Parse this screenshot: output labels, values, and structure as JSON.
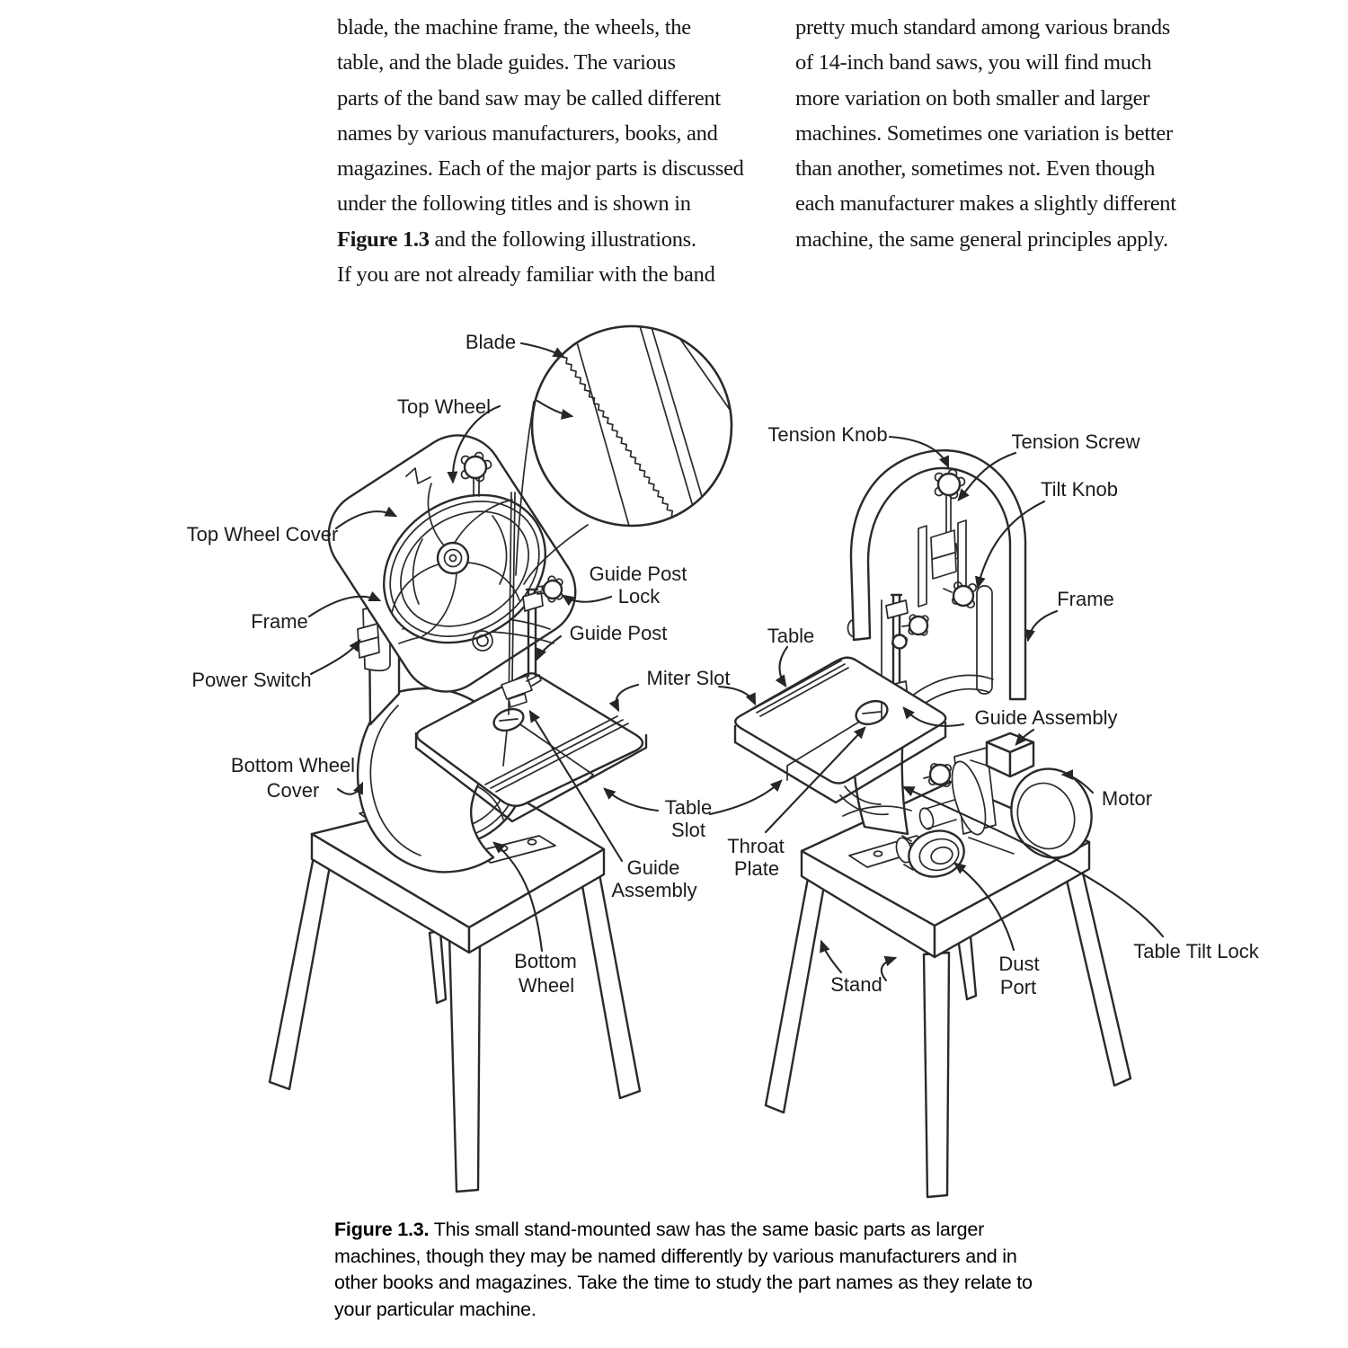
{
  "page": {
    "background": "#ffffff",
    "ink_color": "#2a2a2a",
    "text_color": "#161616"
  },
  "body_text": {
    "left_column": {
      "lines": [
        "blade, the machine frame, the wheels, the",
        "table, and the blade guides. The various",
        "parts of the band saw may be called different",
        "names by various manufacturers, books, and",
        "magazines. Each of the major parts is discussed",
        "under the following titles and is shown in"
      ],
      "line7_bold": "Figure 1.3",
      "line7_rest": " and the following illustrations.",
      "line8": "If you are not already familiar with the band"
    },
    "right_column": {
      "lines": [
        "pretty much standard among various brands",
        "of 14-inch band saws, you will find much",
        "more variation on both smaller and larger",
        "machines. Sometimes one variation is better",
        "than another, sometimes not. Even though",
        "each manufacturer makes a slightly different",
        "machine, the same general principles apply."
      ]
    }
  },
  "figure": {
    "labels": {
      "blade": "Blade",
      "top_wheel": "Top Wheel",
      "top_wheel_cover": "Top Wheel Cover",
      "frame_left": "Frame",
      "power_switch": "Power Switch",
      "bottom_wheel_cover": [
        "Bottom Wheel",
        "Cover"
      ],
      "guide_post_lock": [
        "Guide Post",
        "Lock"
      ],
      "guide_post": "Guide Post",
      "miter_slot": "Miter Slot",
      "table_slot": [
        "Table",
        "Slot"
      ],
      "guide_assembly_left": [
        "Guide",
        "Assembly"
      ],
      "bottom_wheel": [
        "Bottom",
        "Wheel"
      ],
      "tension_knob": "Tension Knob",
      "tension_screw": "Tension Screw",
      "tilt_knob": "Tilt Knob",
      "frame_right": "Frame",
      "table": "Table",
      "guide_assembly_right": "Guide Assembly",
      "motor": "Motor",
      "throat_plate": [
        "Throat",
        "Plate"
      ],
      "table_tilt_lock": "Table Tilt Lock",
      "stand": "Stand",
      "dust_port": [
        "Dust",
        "Port"
      ]
    }
  },
  "caption": {
    "lead": "Figure 1.3.",
    "line1_rest": " This small stand-mounted saw has the same basic parts as larger",
    "line2": "machines, though they may be named differently by various manufacturers and in",
    "line3": "other books and magazines. Take the time to study the part names as they relate to",
    "line4": "your particular machine."
  }
}
